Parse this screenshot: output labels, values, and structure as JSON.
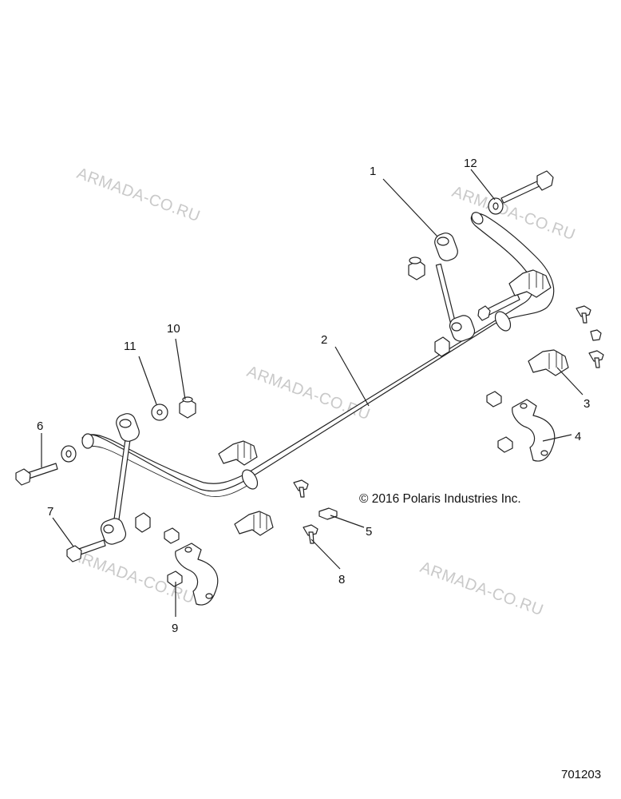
{
  "callouts": [
    {
      "id": "1",
      "label": "1"
    },
    {
      "id": "2",
      "label": "2"
    },
    {
      "id": "3",
      "label": "3"
    },
    {
      "id": "4",
      "label": "4"
    },
    {
      "id": "5",
      "label": "5"
    },
    {
      "id": "6",
      "label": "6"
    },
    {
      "id": "7",
      "label": "7"
    },
    {
      "id": "8",
      "label": "8"
    },
    {
      "id": "9",
      "label": "9"
    },
    {
      "id": "10",
      "label": "10"
    },
    {
      "id": "11",
      "label": "11"
    },
    {
      "id": "12",
      "label": "12"
    }
  ],
  "copyright": "© 2016 Polaris Industries Inc.",
  "figure_number": "701203",
  "watermark": "ARMADA-CO.RU"
}
